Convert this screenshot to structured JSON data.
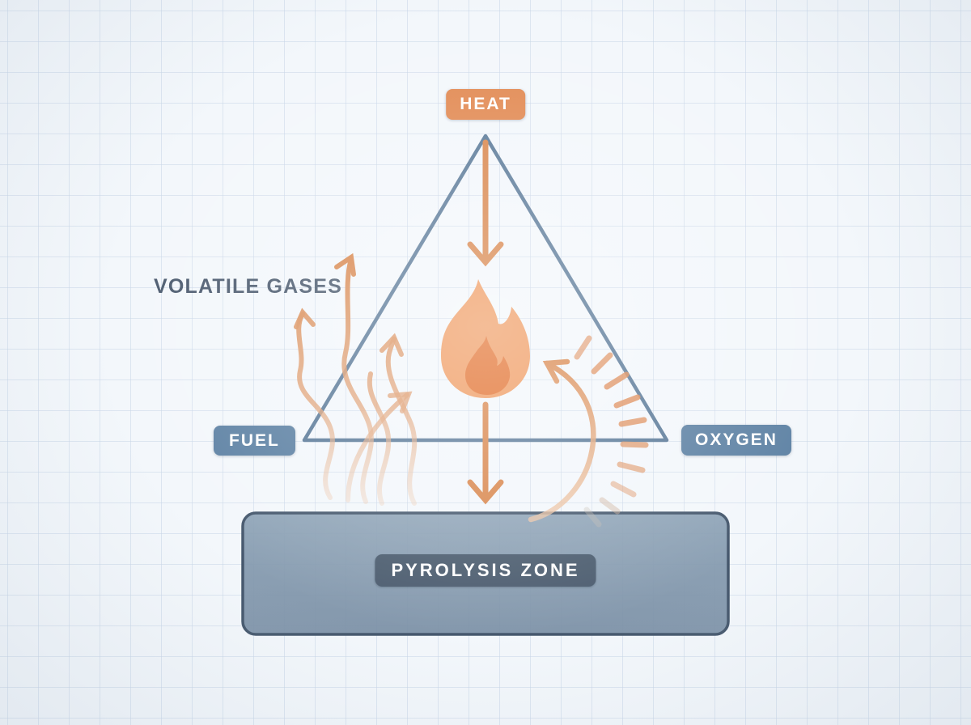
{
  "diagram": {
    "type": "fire-triangle",
    "badges": {
      "heat": "HEAT",
      "fuel": "FUEL",
      "oxygen": "OXYGEN",
      "pyrolysis": "PYROLYSIS ZONE"
    },
    "annotations": {
      "volatile_gases": "VOLATILE GASES"
    },
    "icons": [
      "flame-icon",
      "down-arrow-icon",
      "curved-arrow-icon",
      "wavy-arrow-icon",
      "radiating-dashes-icon"
    ],
    "colors": {
      "background": "#f3f7fb",
      "grid_line": "#c8d7e8",
      "triangle_stroke": "#5b7a99",
      "heat_badge": "#e28a53",
      "fuel_oxygen_badge": "#5e82a4",
      "arrow_orange": "#d9884f",
      "flame_outer": "#ef9a60",
      "flame_inner": "#e2702e",
      "pyrolysis_fill": "#7e95ab",
      "pyrolysis_border": "#46586d",
      "pyrolysis_label_bg": "#48586a",
      "annotation_text": "#4c5b6f"
    }
  }
}
